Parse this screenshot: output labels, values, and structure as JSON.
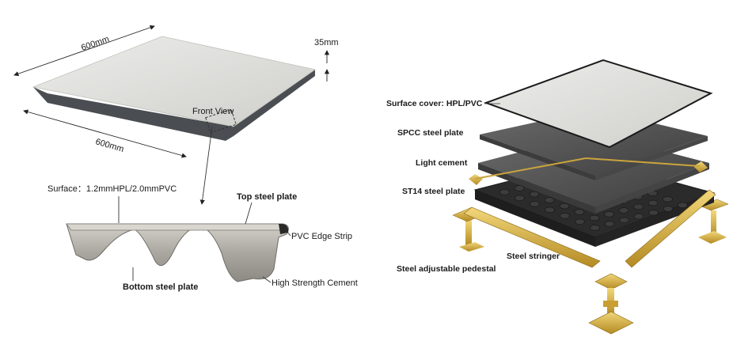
{
  "left_diagram": {
    "dim_top": "600mm",
    "dim_left": "600mm",
    "dim_thickness": "35mm",
    "front_view": "Front View",
    "surface": "Surface：1.2mmHPL/2.0mmPVC",
    "top_steel_plate": "Top steel plate",
    "pvc_edge_strip": "PVC Edge Strip",
    "bottom_steel_plate": "Bottom steel plate",
    "high_strength_cement": "High Strength Cement"
  },
  "right_diagram": {
    "surface_cover": "Surface cover: HPL/PVC",
    "spcc_steel_plate": "SPCC steel plate",
    "light_cement": "Light cement",
    "st14_steel_plate": "ST14 steel plate",
    "steel_stringer": "Steel stringer",
    "steel_adjustable_pedestal": "Steel adjustable pedestal"
  },
  "colors": {
    "tile_surface": "#d9d9d6",
    "tile_edge": "#4a4e52",
    "steel": "#b8b6ae",
    "plate_dark": "#4a4a4a",
    "gold": "#d9b24a"
  }
}
